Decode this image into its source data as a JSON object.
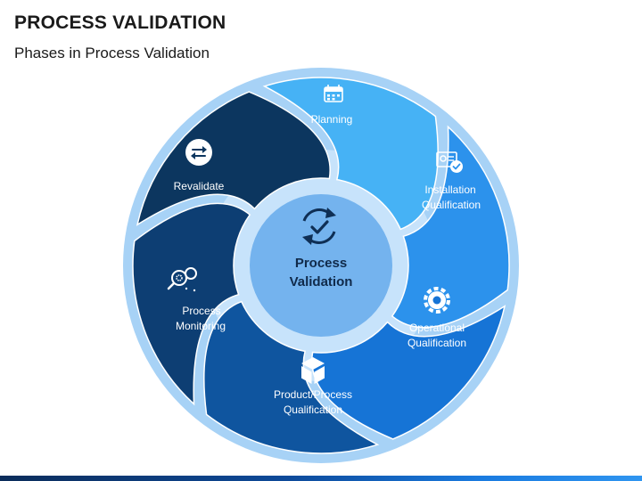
{
  "header": {
    "title": "PROCESS VALIDATION",
    "subtitle": "Phases in Process Validation"
  },
  "center": {
    "line1": "Process",
    "line2": "Validation",
    "icon": "cycle-check-icon"
  },
  "phases": [
    {
      "line1": "Planning",
      "line2": "",
      "icon": "calendar-icon",
      "color": "#46b2f5"
    },
    {
      "line1": "Installation",
      "line2": "Qualification",
      "icon": "settings-check-icon",
      "color": "#2c92ec"
    },
    {
      "line1": "Operational",
      "line2": "Qualification",
      "icon": "gear-icon",
      "color": "#1674d6"
    },
    {
      "line1": "Product/Process",
      "line2": "Qualification",
      "icon": "box-icon",
      "color": "#0f559f"
    },
    {
      "line1": "Process",
      "line2": "Monitoring",
      "icon": "magnifier-gear-icon",
      "color": "#0d3e73"
    },
    {
      "line1": "Revalidate",
      "line2": "",
      "icon": "swap-arrows-icon",
      "color": "#0c365f"
    }
  ],
  "colors": {
    "outer_ring": "#a7d2f6",
    "inner_ring": "#c7e3fb",
    "center_fill": "#74b3ee",
    "center_text": "#102a4a"
  }
}
